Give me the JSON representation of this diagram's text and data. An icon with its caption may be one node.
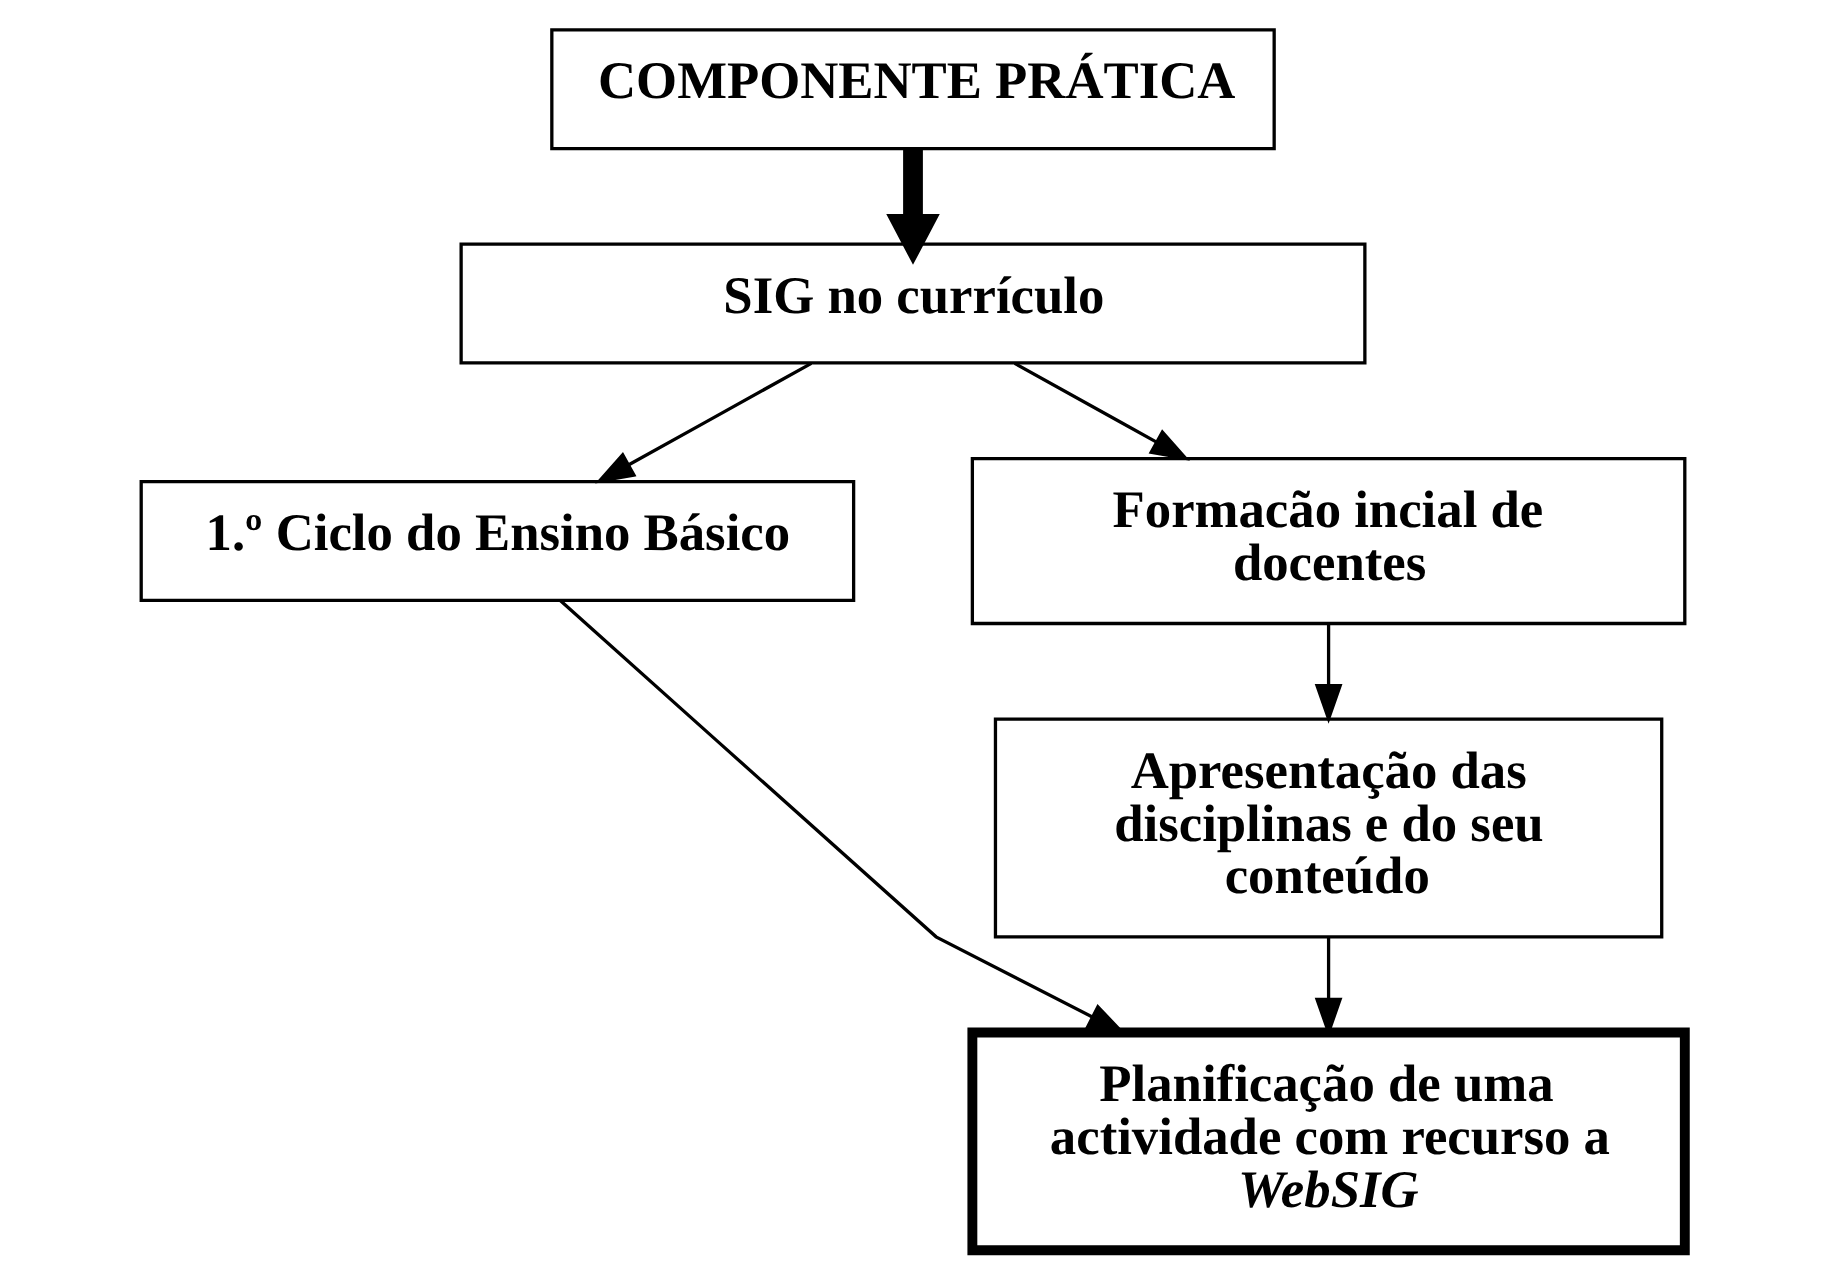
{
  "diagram": {
    "nodes": [
      {
        "text": [
          "COMPONENTE PRÁTICA"
        ]
      },
      {
        "text": [
          "SIG no currículo"
        ]
      },
      {
        "text": [
          "1.º Ciclo do Ensino Básico"
        ]
      },
      {
        "text": [
          "Formacão incial de docentes"
        ]
      },
      {
        "text": [
          "Apresentação das disciplinas e do seu conteúdo"
        ]
      },
      {
        "text": [
          "Planificação de uma actividade com recurso a *WebSIG*"
        ]
      }
    ],
    "edges": [
      {
        "from": 0,
        "to": 1,
        "arrow": "to",
        "style": "thick"
      },
      {
        "from": 1,
        "to": 2,
        "arrow": "to"
      },
      {
        "from": 1,
        "to": 3,
        "arrow": "to"
      },
      {
        "from": 3,
        "to": 4,
        "arrow": "to"
      },
      {
        "from": 4,
        "to": 5,
        "arrow": "to"
      },
      {
        "from": 2,
        "to": 5,
        "arrow": "to"
      }
    ]
  }
}
